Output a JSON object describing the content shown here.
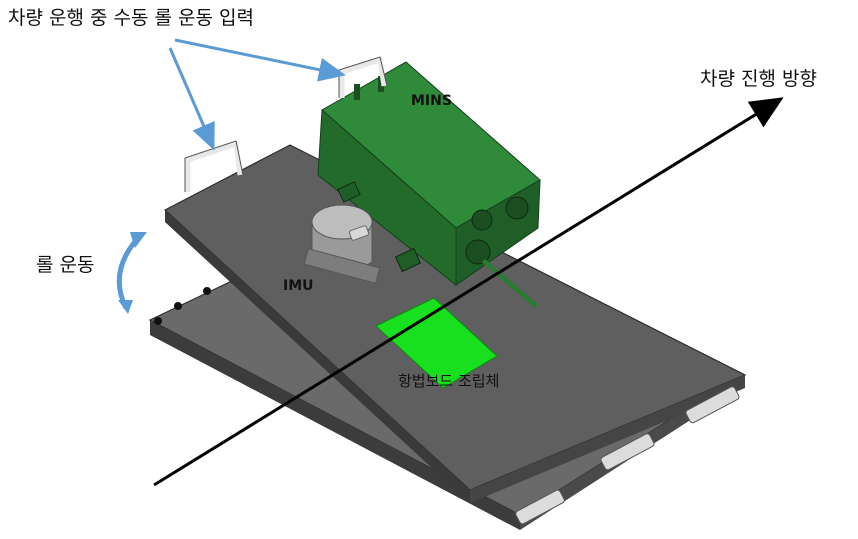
{
  "labels": {
    "manual_roll_input": "차량 운행 중 수동 롤 운동 입력",
    "vehicle_direction": "차량 진행 방향",
    "roll_motion": "롤 운동",
    "mins": "MINS",
    "imu": "IMU",
    "nav_board_assembly": "항법보드 조립체"
  },
  "colors": {
    "plate": "#5f5f5f",
    "plate_edge": "#3a3a3a",
    "mins_box": "#2f8a3a",
    "mins_dark": "#1f5f27",
    "imu_body": "#a8a8a8",
    "nav_board": "#19e01e",
    "arrow_blue": "#5b9bd5",
    "axis_black": "#000000"
  }
}
